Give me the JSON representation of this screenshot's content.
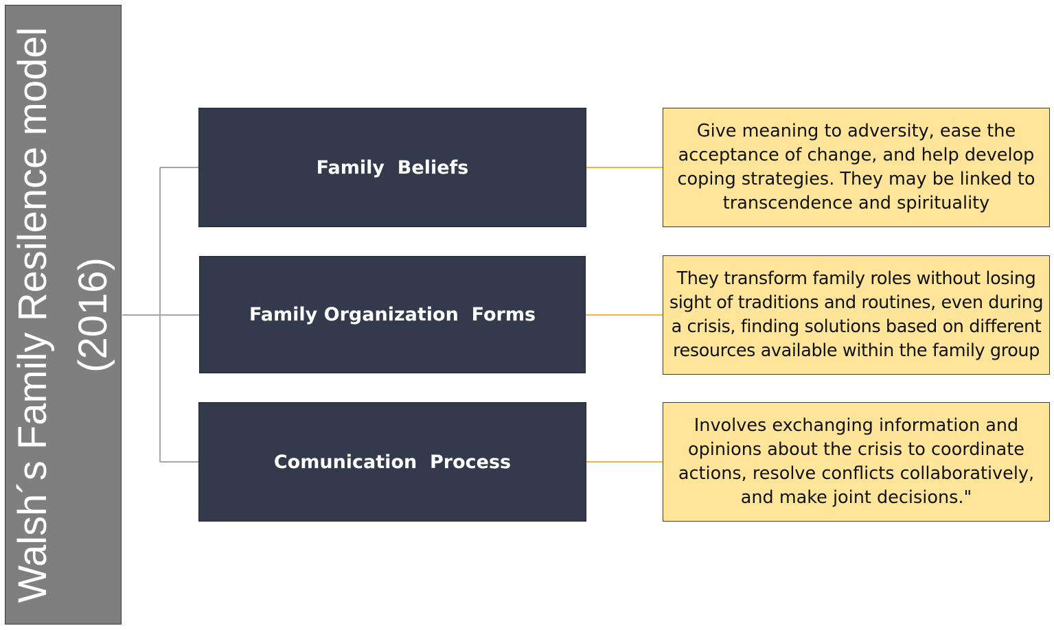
{
  "diagram": {
    "title": "Walsh´s Family Resilence model (2016)",
    "categories": [
      {
        "label": "Family  Beliefs",
        "description": "Give meaning to adversity, ease the acceptance of change, and help develop coping strategies. They may be linked to transcendence and spirituality"
      },
      {
        "label": "Family Organization  Forms",
        "description": "They transform family roles without losing sight of traditions and routines, even during a crisis, finding solutions based on different resources available within the  family group"
      },
      {
        "label": "Comunication  Process",
        "description": "Involves exchanging information and opinions about the crisis to coordinate actions, resolve conflicts collaboratively, and make joint decisions.\""
      }
    ],
    "colors": {
      "title_bar": "#7f7f7f",
      "category_box": "#323a4b",
      "description_box": "#ffe59a",
      "tree_connector": "#a6a6a6",
      "description_connector": "#f5b431"
    }
  }
}
